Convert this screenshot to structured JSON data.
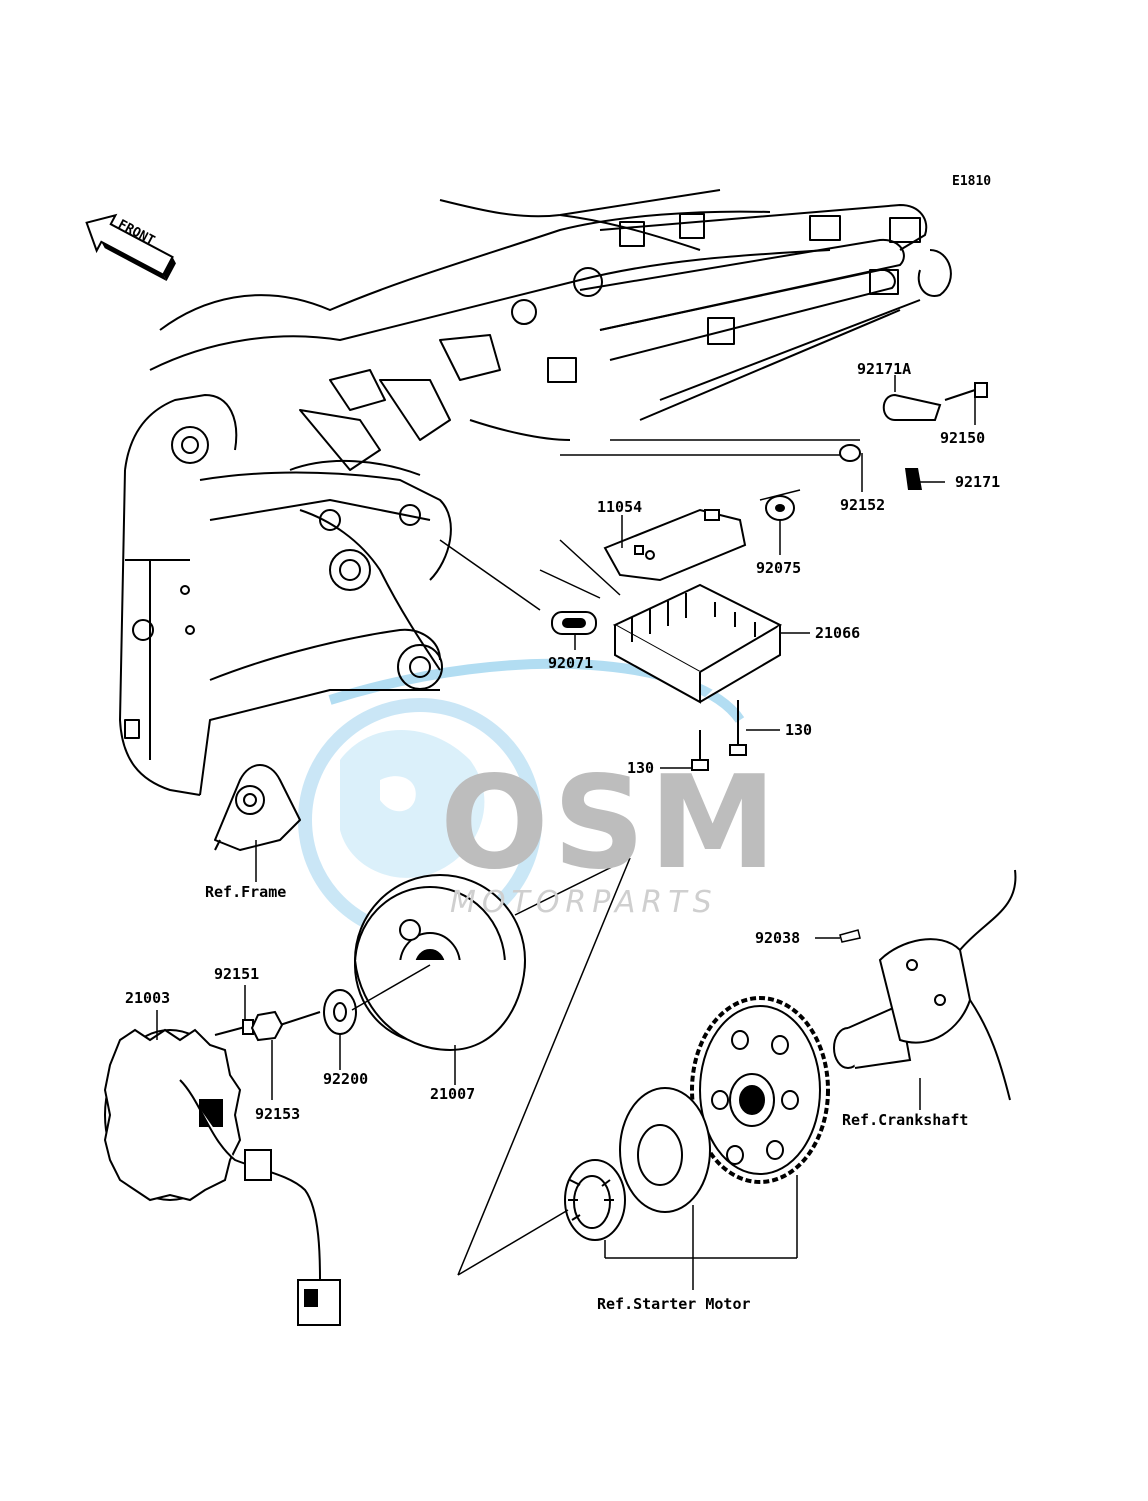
{
  "diagram_code": "E1810",
  "front_marker": "FRONT",
  "watermark": {
    "brand": "OSM",
    "sub": "MOTORPARTS"
  },
  "parts": {
    "p92171A": "92171A",
    "p92150": "92150",
    "p92152": "92152",
    "p92171": "92171",
    "p11054": "11054",
    "p92075": "92075",
    "p92071": "92071",
    "p21066": "21066",
    "p130a": "130",
    "p130b": "130",
    "p92038": "92038",
    "p92151": "92151",
    "p21003": "21003",
    "p92200": "92200",
    "p21007": "21007",
    "p92153": "92153"
  },
  "refs": {
    "frame": "Ref.Frame",
    "crankshaft": "Ref.Crankshaft",
    "starter_motor": "Ref.Starter Motor"
  }
}
